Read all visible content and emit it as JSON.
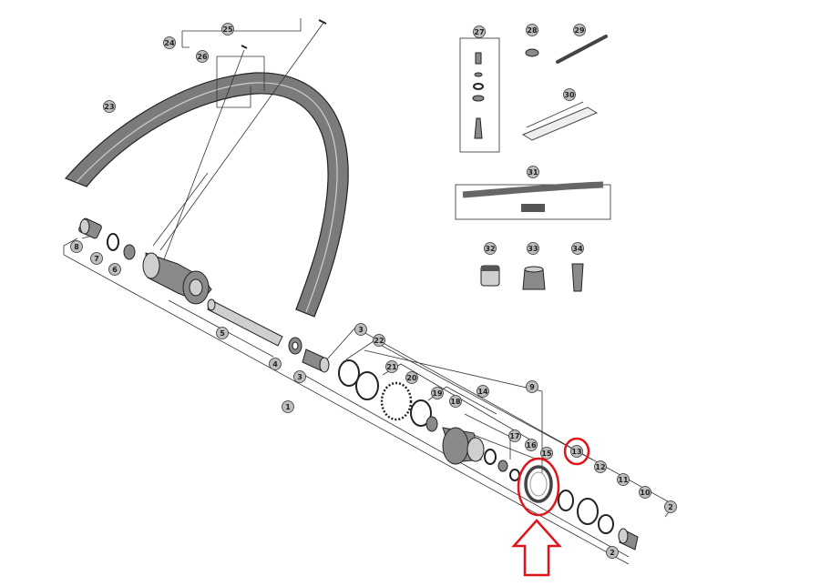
{
  "diagram": {
    "callouts": [
      {
        "id": "c1",
        "label": "1"
      },
      {
        "id": "c2a",
        "label": "2"
      },
      {
        "id": "c2b",
        "label": "2"
      },
      {
        "id": "c3a",
        "label": "3"
      },
      {
        "id": "c3b",
        "label": "3"
      },
      {
        "id": "c4",
        "label": "4"
      },
      {
        "id": "c5",
        "label": "5"
      },
      {
        "id": "c6",
        "label": "6"
      },
      {
        "id": "c7",
        "label": "7"
      },
      {
        "id": "c8",
        "label": "8"
      },
      {
        "id": "c9",
        "label": "9"
      },
      {
        "id": "c10",
        "label": "10"
      },
      {
        "id": "c11",
        "label": "11"
      },
      {
        "id": "c12",
        "label": "12"
      },
      {
        "id": "c13",
        "label": "13"
      },
      {
        "id": "c14",
        "label": "14"
      },
      {
        "id": "c15",
        "label": "15"
      },
      {
        "id": "c16",
        "label": "16"
      },
      {
        "id": "c17",
        "label": "17"
      },
      {
        "id": "c18",
        "label": "18"
      },
      {
        "id": "c19",
        "label": "19"
      },
      {
        "id": "c20",
        "label": "20"
      },
      {
        "id": "c21",
        "label": "21"
      },
      {
        "id": "c22",
        "label": "22"
      },
      {
        "id": "c23",
        "label": "23"
      },
      {
        "id": "c24",
        "label": "24"
      },
      {
        "id": "c25",
        "label": "25"
      },
      {
        "id": "c26",
        "label": "26"
      },
      {
        "id": "c27",
        "label": "27"
      },
      {
        "id": "c28",
        "label": "28"
      },
      {
        "id": "c29",
        "label": "29"
      },
      {
        "id": "c30",
        "label": "30"
      },
      {
        "id": "c31",
        "label": "31"
      },
      {
        "id": "c32",
        "label": "32"
      },
      {
        "id": "c33",
        "label": "33"
      },
      {
        "id": "c34",
        "label": "34"
      }
    ],
    "highlight_color": "#e0141a",
    "part_color": "#8a8a8a"
  }
}
